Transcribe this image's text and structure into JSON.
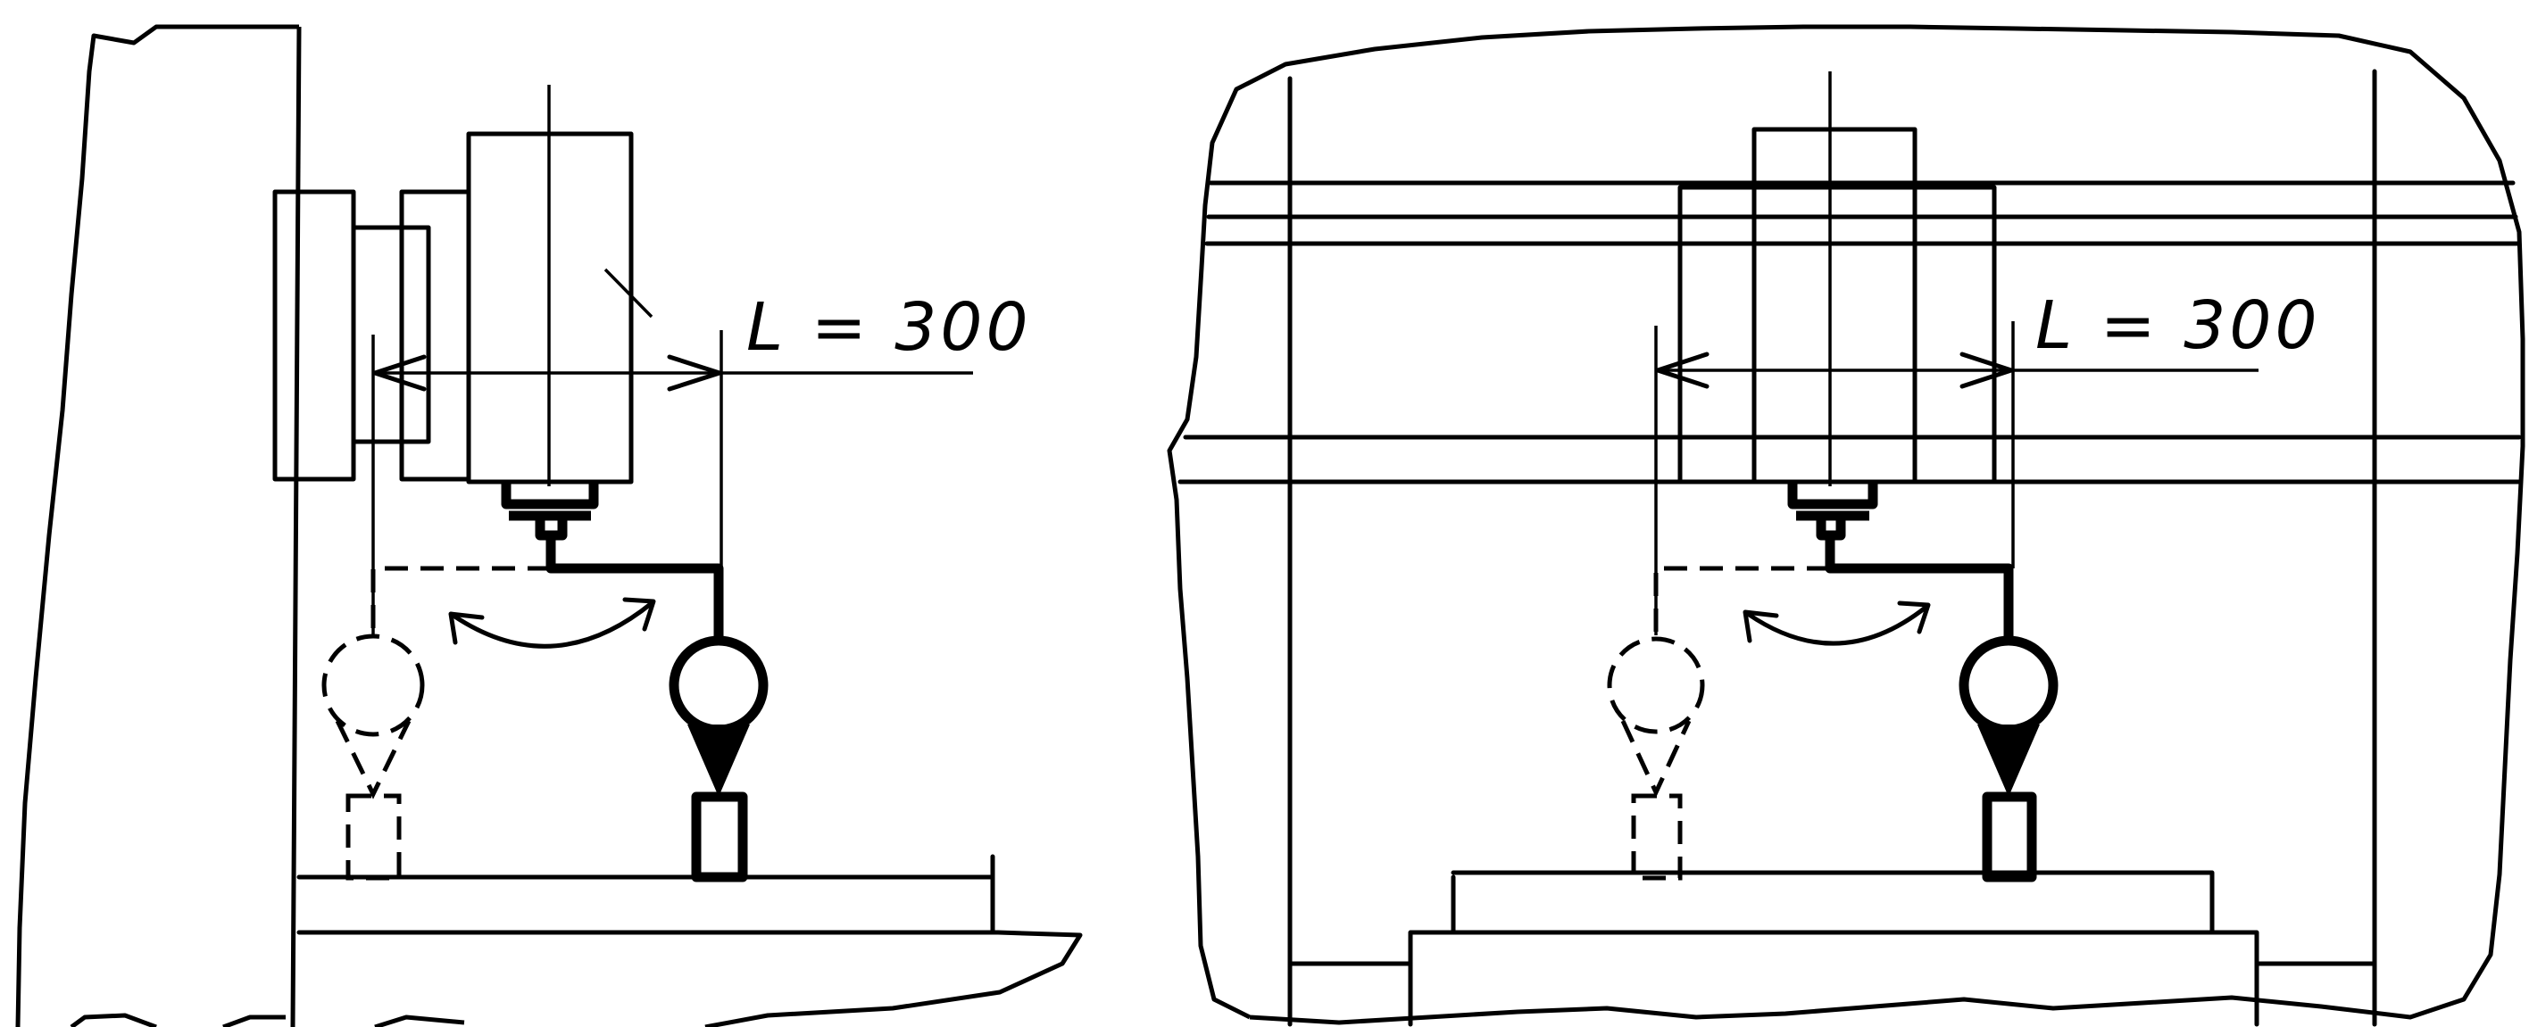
{
  "diagrams": [
    {
      "id": "left",
      "dimension_label": "L = 300"
    },
    {
      "id": "right",
      "dimension_label": "L = 300"
    }
  ]
}
